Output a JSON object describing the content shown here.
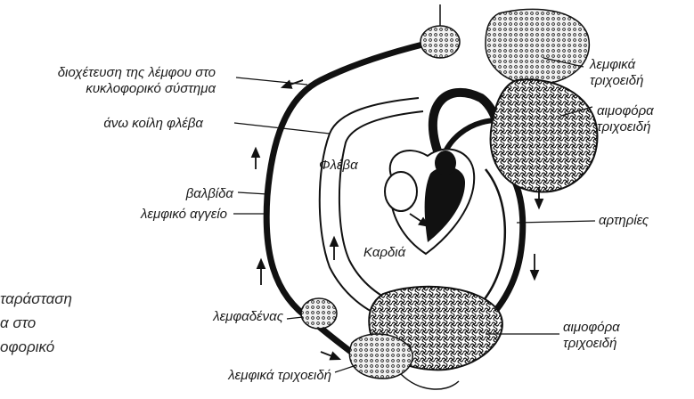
{
  "labels": {
    "lymph_drainage_line1": "διοχέτευση της λέμφου στο",
    "lymph_drainage_line2": "κυκλοφορικό σύστημα",
    "superior_vena_cava": "άνω κοίλη φλέβα",
    "valve": "βαλβίδα",
    "lymph_vessel": "λεμφικό αγγείο",
    "vein": "Φλέβα",
    "heart": "Καρδιά",
    "lymph_capillaries_top_line1": "λεμφικά",
    "lymph_capillaries_top_line2": "τριχοειδή",
    "blood_capillaries_top_line1": "αιμοφόρα",
    "blood_capillaries_top_line2": "τριχοειδή",
    "arteries": "αρτηρίες",
    "lymph_node": "λεμφαδένας",
    "blood_capillaries_bottom_line1": "αιμοφόρα",
    "blood_capillaries_bottom_line2": "τριχοειδή",
    "lymph_capillaries_bottom": "λεμφικά τριχοειδή"
  },
  "caption": {
    "line1": "ταράσταση",
    "line2": "α στο",
    "line3": "οφορικό"
  }
}
